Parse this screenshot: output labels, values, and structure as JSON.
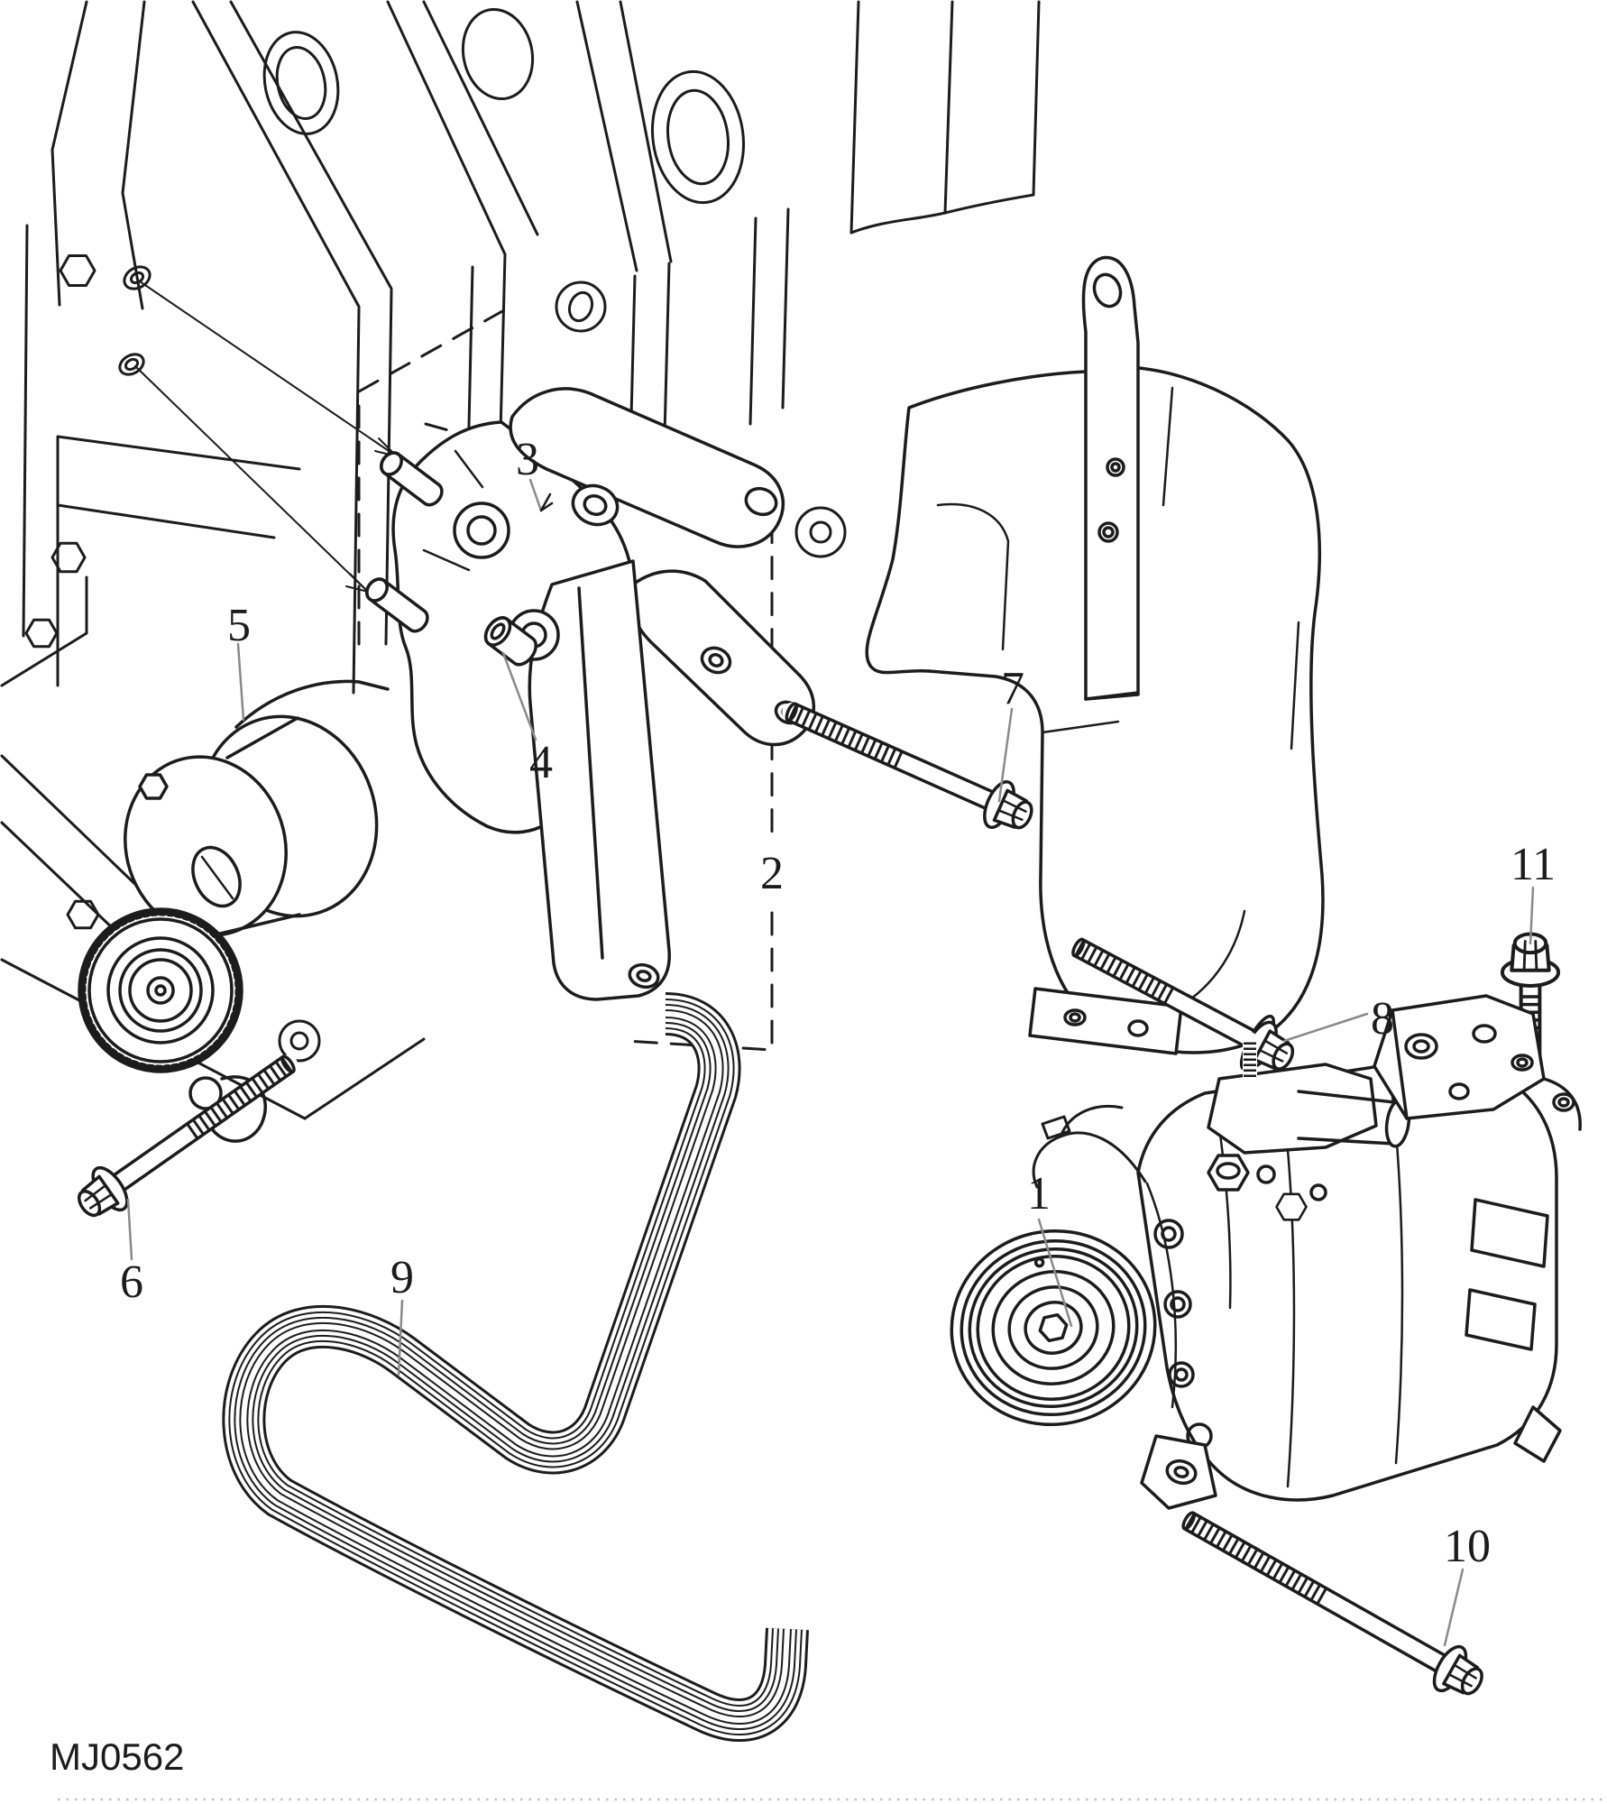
{
  "figure": {
    "code": "MJ0562"
  },
  "callouts": [
    {
      "label": "1"
    },
    {
      "label": "2"
    },
    {
      "label": "3"
    },
    {
      "label": "4"
    },
    {
      "label": "5"
    },
    {
      "label": "6"
    },
    {
      "label": "7"
    },
    {
      "label": "8"
    },
    {
      "label": "9"
    },
    {
      "label": "10"
    },
    {
      "label": "11"
    }
  ],
  "colors": {
    "line": "#1c1c1c",
    "leader": "#8a8a8a",
    "background": "#ffffff",
    "page_edge_dots": "#b9c6b9"
  }
}
